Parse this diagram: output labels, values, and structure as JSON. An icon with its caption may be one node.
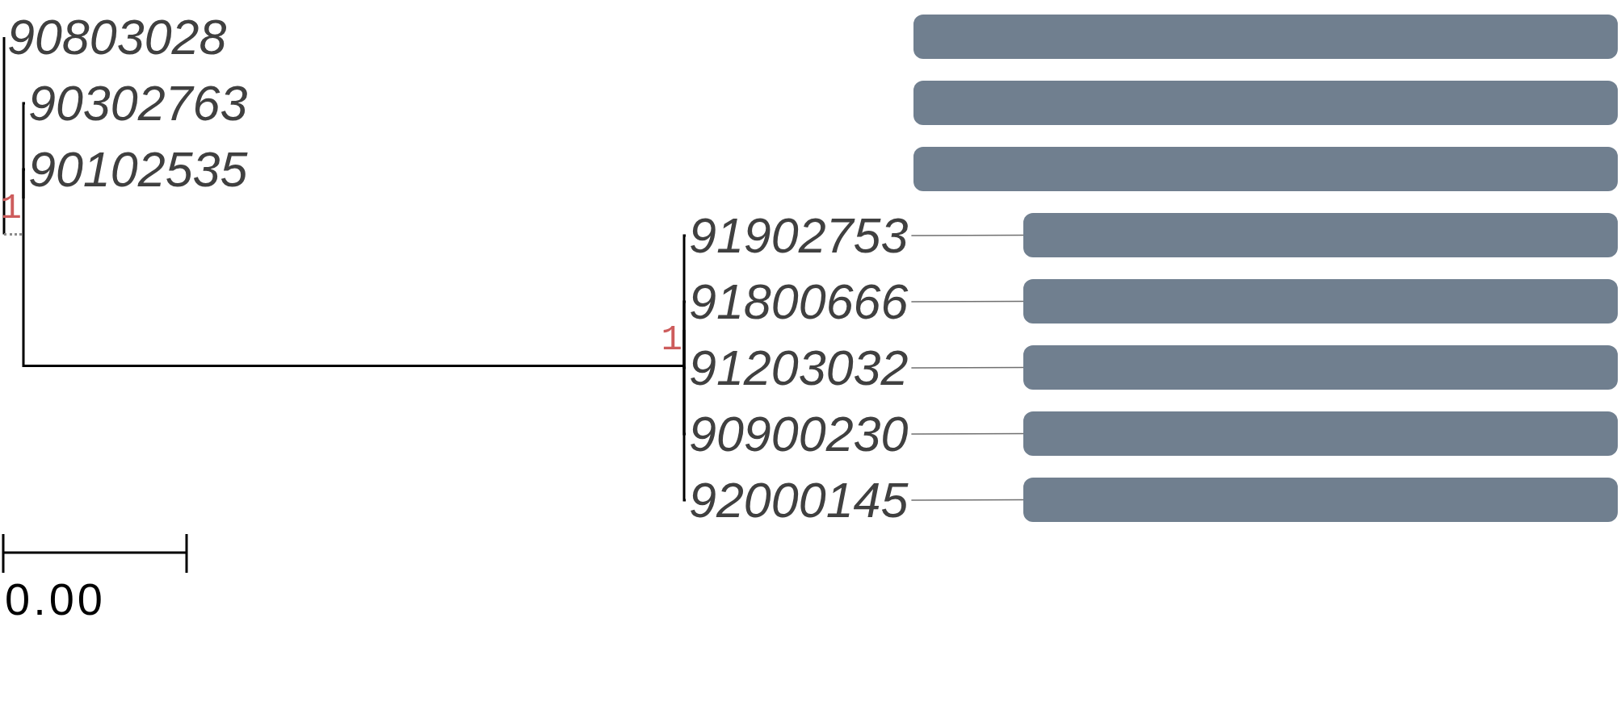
{
  "diagram": {
    "nodes": [
      {
        "text": [
          "90803028"
        ]
      },
      {
        "text": [],
        "shape": "bar"
      },
      {
        "text": [
          "90302763"
        ]
      },
      {
        "text": [],
        "shape": "bar"
      },
      {
        "text": [
          "90102535"
        ]
      },
      {
        "text": [],
        "shape": "bar"
      },
      {
        "text": [
          "1"
        ]
      },
      {
        "text": [
          "91902753"
        ]
      },
      {
        "text": [],
        "shape": "bar"
      },
      {
        "text": [
          "91800666"
        ]
      },
      {
        "text": [],
        "shape": "bar"
      },
      {
        "text": [
          "1"
        ]
      },
      {
        "text": [
          "91203032"
        ]
      },
      {
        "text": [],
        "shape": "bar"
      },
      {
        "text": [
          "90900230"
        ]
      },
      {
        "text": [],
        "shape": "bar"
      },
      {
        "text": [
          "92000145"
        ]
      },
      {
        "text": [],
        "shape": "bar"
      }
    ],
    "edges": [
      {
        "from": 6,
        "to": 0,
        "arrow": "none"
      },
      {
        "from": 6,
        "to": 2,
        "arrow": "none"
      },
      {
        "from": 6,
        "to": 4,
        "arrow": "none"
      },
      {
        "from": 6,
        "to": 11,
        "arrow": "none"
      },
      {
        "from": 11,
        "to": 7,
        "arrow": "none"
      },
      {
        "from": 7,
        "to": 8,
        "arrow": "none",
        "color": "#707070"
      },
      {
        "from": 11,
        "to": 9,
        "arrow": "none"
      },
      {
        "from": 9,
        "to": 10,
        "arrow": "none",
        "color": "#707070"
      },
      {
        "from": 11,
        "to": 12,
        "arrow": "none"
      },
      {
        "from": 12,
        "to": 13,
        "arrow": "none",
        "color": "#707070"
      },
      {
        "from": 11,
        "to": 14,
        "arrow": "none"
      },
      {
        "from": 14,
        "to": 15,
        "arrow": "none",
        "color": "#707070"
      },
      {
        "from": 11,
        "to": 16,
        "arrow": "none"
      },
      {
        "from": 16,
        "to": 17,
        "arrow": "none",
        "color": "#707070"
      }
    ],
    "labels": [
      "0.00"
    ]
  }
}
